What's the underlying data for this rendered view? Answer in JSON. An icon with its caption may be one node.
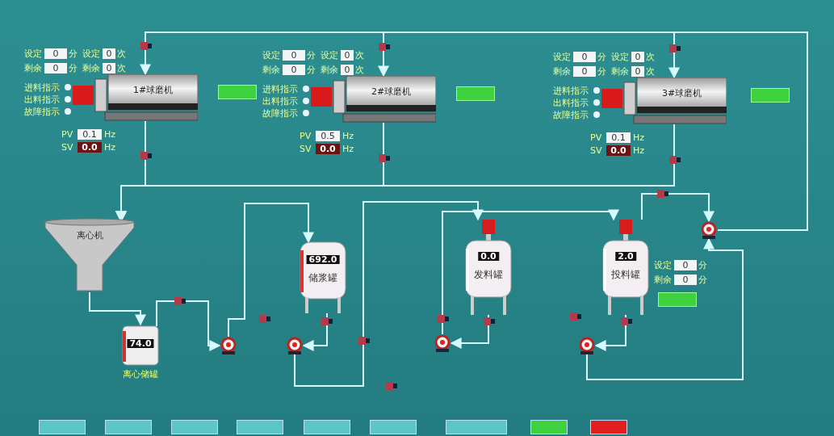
{
  "diagram": {
    "nodes": [
      {
        "text": [
          "1#球磨机"
        ]
      },
      {
        "text": [
          "2#球磨机"
        ]
      },
      {
        "text": [
          "3#球磨机"
        ]
      },
      {
        "text": [
          "离心机"
        ]
      },
      {
        "text": [
          "74.0",
          "离心储罐"
        ]
      },
      {
        "text": [
          "692.0",
          "储浆罐"
        ]
      },
      {
        "text": [
          "0.0",
          "发料罐"
        ]
      },
      {
        "text": [
          "2.0",
          "投料罐"
        ]
      },
      {
        "text": [],
        "shape": "pump"
      },
      {
        "text": [],
        "shape": "pump"
      },
      {
        "text": [],
        "shape": "pump"
      },
      {
        "text": [],
        "shape": "pump"
      },
      {
        "text": [],
        "shape": "pump"
      }
    ],
    "edges": [
      {
        "from": 12,
        "to": 0,
        "arrow": "to"
      },
      {
        "from": 12,
        "to": 1,
        "arrow": "to"
      },
      {
        "from": 12,
        "to": 2,
        "arrow": "to"
      },
      {
        "from": 0,
        "to": 3,
        "arrow": "to"
      },
      {
        "from": 1,
        "to": 3,
        "arrow": "to"
      },
      {
        "from": 2,
        "to": 3,
        "arrow": "to"
      },
      {
        "from": 3,
        "to": 4,
        "arrow": "to"
      },
      {
        "from": 4,
        "to": 8,
        "arrow": "to"
      },
      {
        "from": 8,
        "to": 5,
        "arrow": "to"
      },
      {
        "from": 5,
        "to": 9,
        "arrow": "to"
      },
      {
        "from": 9,
        "to": 6,
        "arrow": "to"
      },
      {
        "from": 6,
        "to": 10,
        "arrow": "to"
      },
      {
        "from": 10,
        "to": 7,
        "arrow": "to"
      },
      {
        "from": 7,
        "to": 11,
        "arrow": "to"
      },
      {
        "from": 11,
        "to": 12,
        "arrow": "to"
      },
      {
        "from": 7,
        "to": 12,
        "arrow": "to"
      }
    ],
    "labels": [
      "设定",
      "0",
      "分",
      "设定",
      "0",
      "次",
      "剩余",
      "0",
      "分",
      "剩余",
      "0",
      "次",
      "进料指示",
      "出料指示",
      "故障指示",
      "PV",
      "0.1",
      "Hz",
      "SV",
      "0.0",
      "Hz",
      "设定",
      "0",
      "分",
      "设定",
      "0",
      "次",
      "剩余",
      "0",
      "分",
      "剩余",
      "0",
      "次",
      "进料指示",
      "出料指示",
      "故障指示",
      "PV",
      "0.5",
      "Hz",
      "SV",
      "0.0",
      "Hz",
      "设定",
      "0",
      "分",
      "设定",
      "0",
      "次",
      "剩余",
      "0",
      "分",
      "剩余",
      "0",
      "次",
      "进料指示",
      "出料指示",
      "故障指示",
      "PV",
      "0.1",
      "Hz",
      "SV",
      "0.0",
      "Hz",
      "设定",
      "0",
      "分",
      "剩余",
      "0",
      "分"
    ]
  }
}
